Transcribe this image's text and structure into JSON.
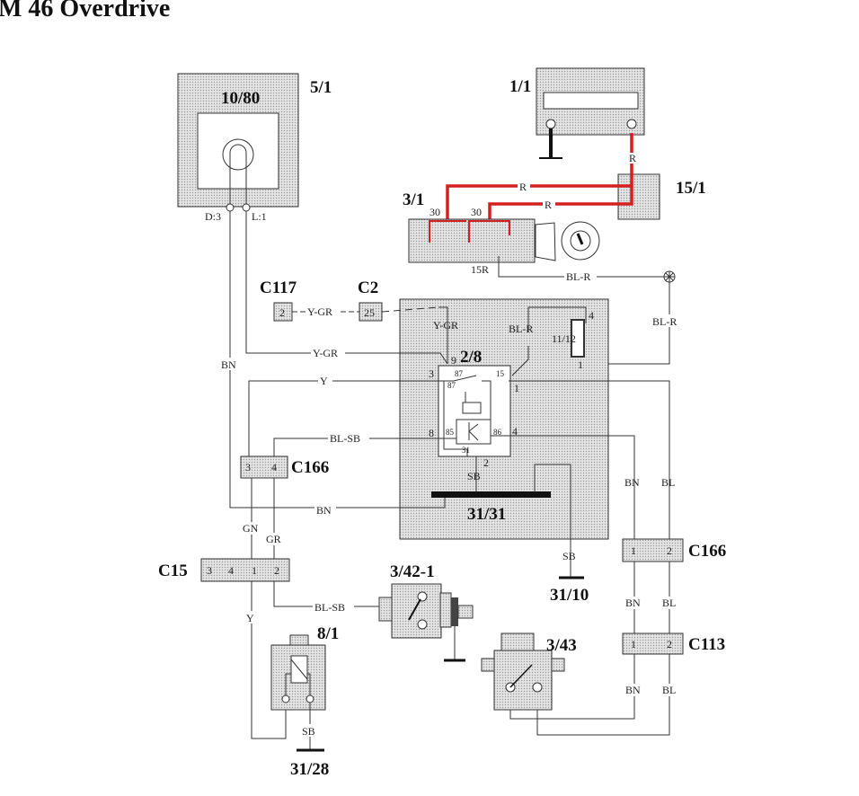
{
  "title": "M 46 Overdrive",
  "components": {
    "headlamp_switch": {
      "ref": "5/1",
      "fuse": "10/80",
      "pin_d": "D:3",
      "pin_l": "L:1"
    },
    "battery": {
      "ref": "1/1"
    },
    "fuse_box": {
      "ref": "15/1"
    },
    "ignition_switch": {
      "ref": "3/1",
      "pin_30a": "30",
      "pin_30b": "30",
      "pin_15r": "15R"
    },
    "relay": {
      "ref": "2/8",
      "pins": {
        "p9": "9",
        "p3": "3",
        "p1": "1",
        "p8": "8",
        "p4": "4",
        "p2": "2",
        "p87a": "87",
        "p87": "87",
        "p15": "15",
        "p85": "85",
        "p86": "86",
        "p31": "31"
      }
    },
    "indicator": {
      "ref": "11/12",
      "pin4": "4",
      "pin1": "1"
    },
    "ground_31_31": {
      "ref": "31/31"
    },
    "ground_31_10": {
      "ref": "31/10"
    },
    "ground_31_28": {
      "ref": "31/28"
    },
    "overdrive_switch": {
      "ref": "3/42-1"
    },
    "solenoid": {
      "ref": "8/1"
    },
    "gear_switch": {
      "ref": "3/43"
    }
  },
  "connectors": {
    "c117": {
      "ref": "C117",
      "pin": "2"
    },
    "c2": {
      "ref": "C2",
      "pin": "25"
    },
    "c166_left": {
      "ref": "C166",
      "pins": [
        "3",
        "4"
      ]
    },
    "c15": {
      "ref": "C15",
      "pins": [
        "3",
        "4",
        "1",
        "2"
      ]
    },
    "c166_right": {
      "ref": "C166",
      "pins": [
        "1",
        "2"
      ]
    },
    "c113": {
      "ref": "C113",
      "pins": [
        "1",
        "2"
      ]
    }
  },
  "wires": {
    "r1": "R",
    "r2": "R",
    "r3": "R",
    "blr1": "BL-R",
    "blr2": "BL-R",
    "blr3": "BL-R",
    "ygr1": "Y-GR",
    "ygr2": "Y-GR",
    "ygr3": "Y-GR",
    "bn1": "BN",
    "bn2": "BN",
    "bn3": "BN",
    "bn4": "BN",
    "bn5": "BN",
    "y1": "Y",
    "y2": "Y",
    "blsb1": "BL-SB",
    "blsb2": "BL-SB",
    "sb1": "SB",
    "sb2": "SB",
    "sb3": "SB",
    "gn": "GN",
    "gr": "GR",
    "bl1": "BL",
    "bl2": "BL",
    "bl3": "BL"
  },
  "colors": {
    "red_wire": "#d42020"
  }
}
